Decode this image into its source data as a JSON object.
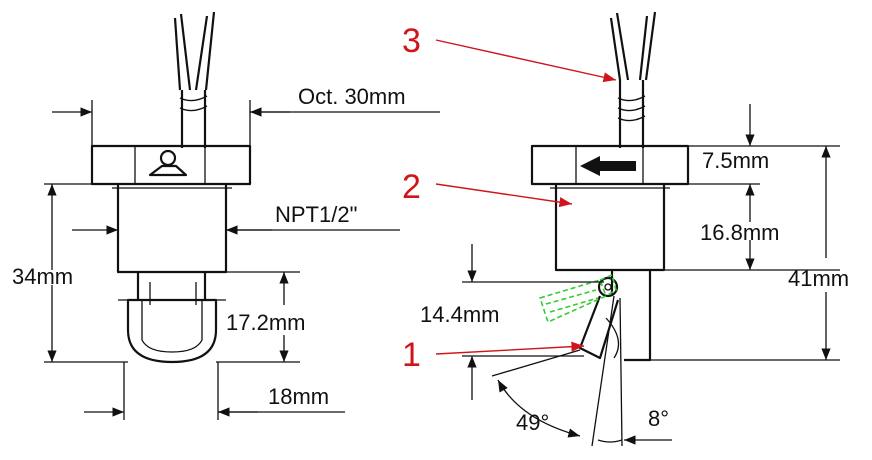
{
  "dimensions": {
    "oct": "Oct. 30mm",
    "npt": "NPT1/2\"",
    "total_left": "34mm",
    "float_height": "17.2mm",
    "float_width": "18mm",
    "flange_thickness": "7.5mm",
    "thread_length": "16.8mm",
    "total_right": "41mm",
    "swing_height": "14.4mm",
    "angle_down": "49°",
    "angle_up": "8°"
  },
  "callouts": [
    "3",
    "2",
    "1"
  ]
}
